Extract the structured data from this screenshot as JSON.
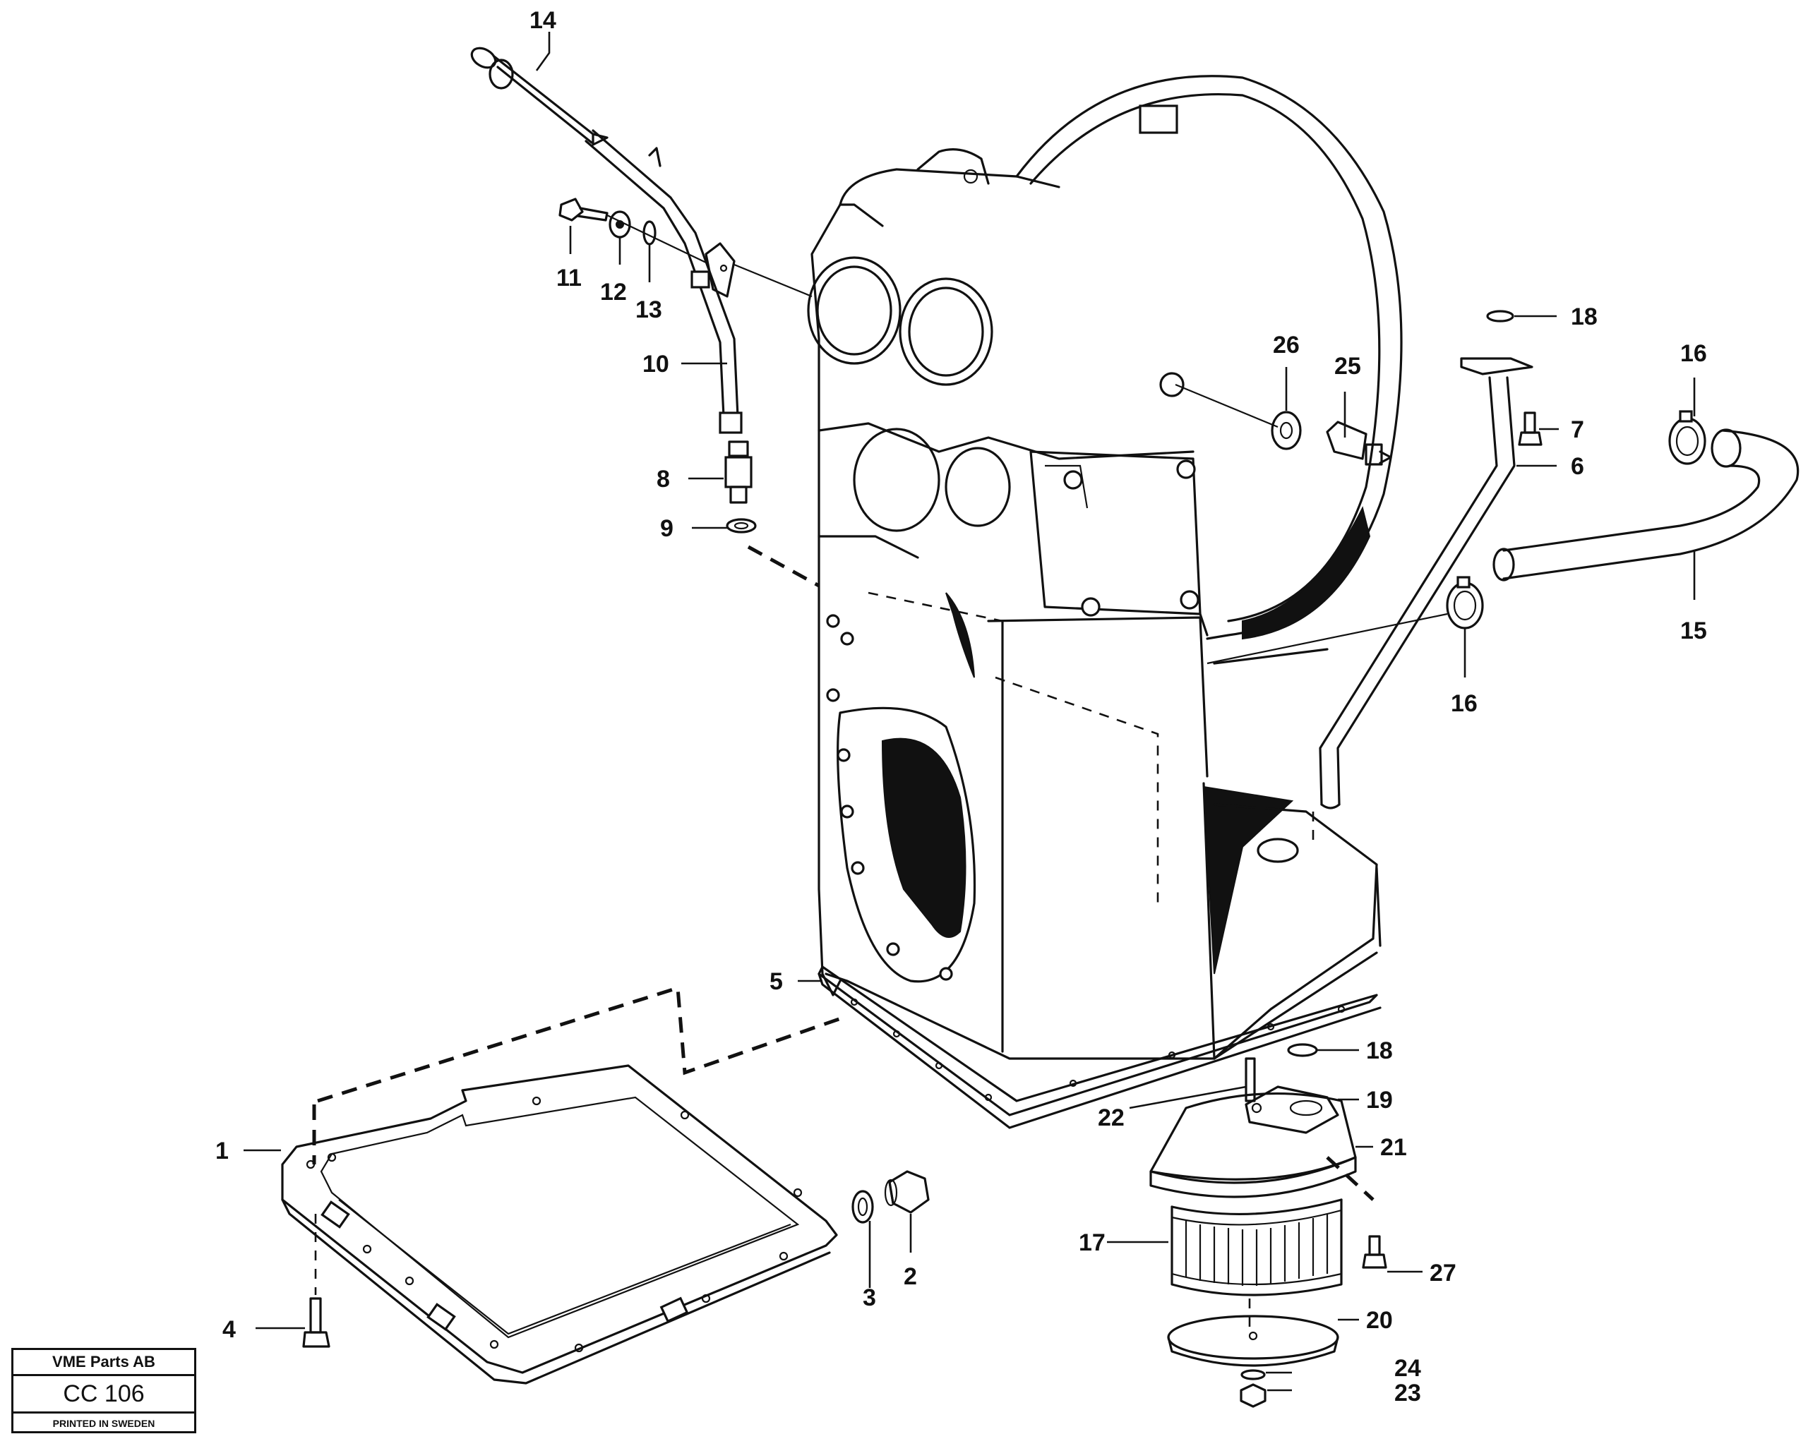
{
  "callouts": [
    {
      "id": "c1",
      "label": "1"
    },
    {
      "id": "c2",
      "label": "2"
    },
    {
      "id": "c3",
      "label": "3"
    },
    {
      "id": "c4",
      "label": "4"
    },
    {
      "id": "c5",
      "label": "5"
    },
    {
      "id": "c6",
      "label": "6"
    },
    {
      "id": "c7",
      "label": "7"
    },
    {
      "id": "c8",
      "label": "8"
    },
    {
      "id": "c9",
      "label": "9"
    },
    {
      "id": "c10",
      "label": "10"
    },
    {
      "id": "c11",
      "label": "11"
    },
    {
      "id": "c12",
      "label": "12"
    },
    {
      "id": "c13",
      "label": "13"
    },
    {
      "id": "c14",
      "label": "14"
    },
    {
      "id": "c15",
      "label": "15"
    },
    {
      "id": "c16a",
      "label": "16"
    },
    {
      "id": "c16b",
      "label": "16"
    },
    {
      "id": "c17",
      "label": "17"
    },
    {
      "id": "c18a",
      "label": "18"
    },
    {
      "id": "c18b",
      "label": "18"
    },
    {
      "id": "c19",
      "label": "19"
    },
    {
      "id": "c20",
      "label": "20"
    },
    {
      "id": "c21",
      "label": "21"
    },
    {
      "id": "c22",
      "label": "22"
    },
    {
      "id": "c23",
      "label": "23"
    },
    {
      "id": "c24",
      "label": "24"
    },
    {
      "id": "c25",
      "label": "25"
    },
    {
      "id": "c26",
      "label": "26"
    },
    {
      "id": "c27",
      "label": "27"
    }
  ],
  "title_block": {
    "company": "VME Parts AB",
    "code": "CC 106",
    "printed": "PRINTED IN SWEDEN"
  }
}
